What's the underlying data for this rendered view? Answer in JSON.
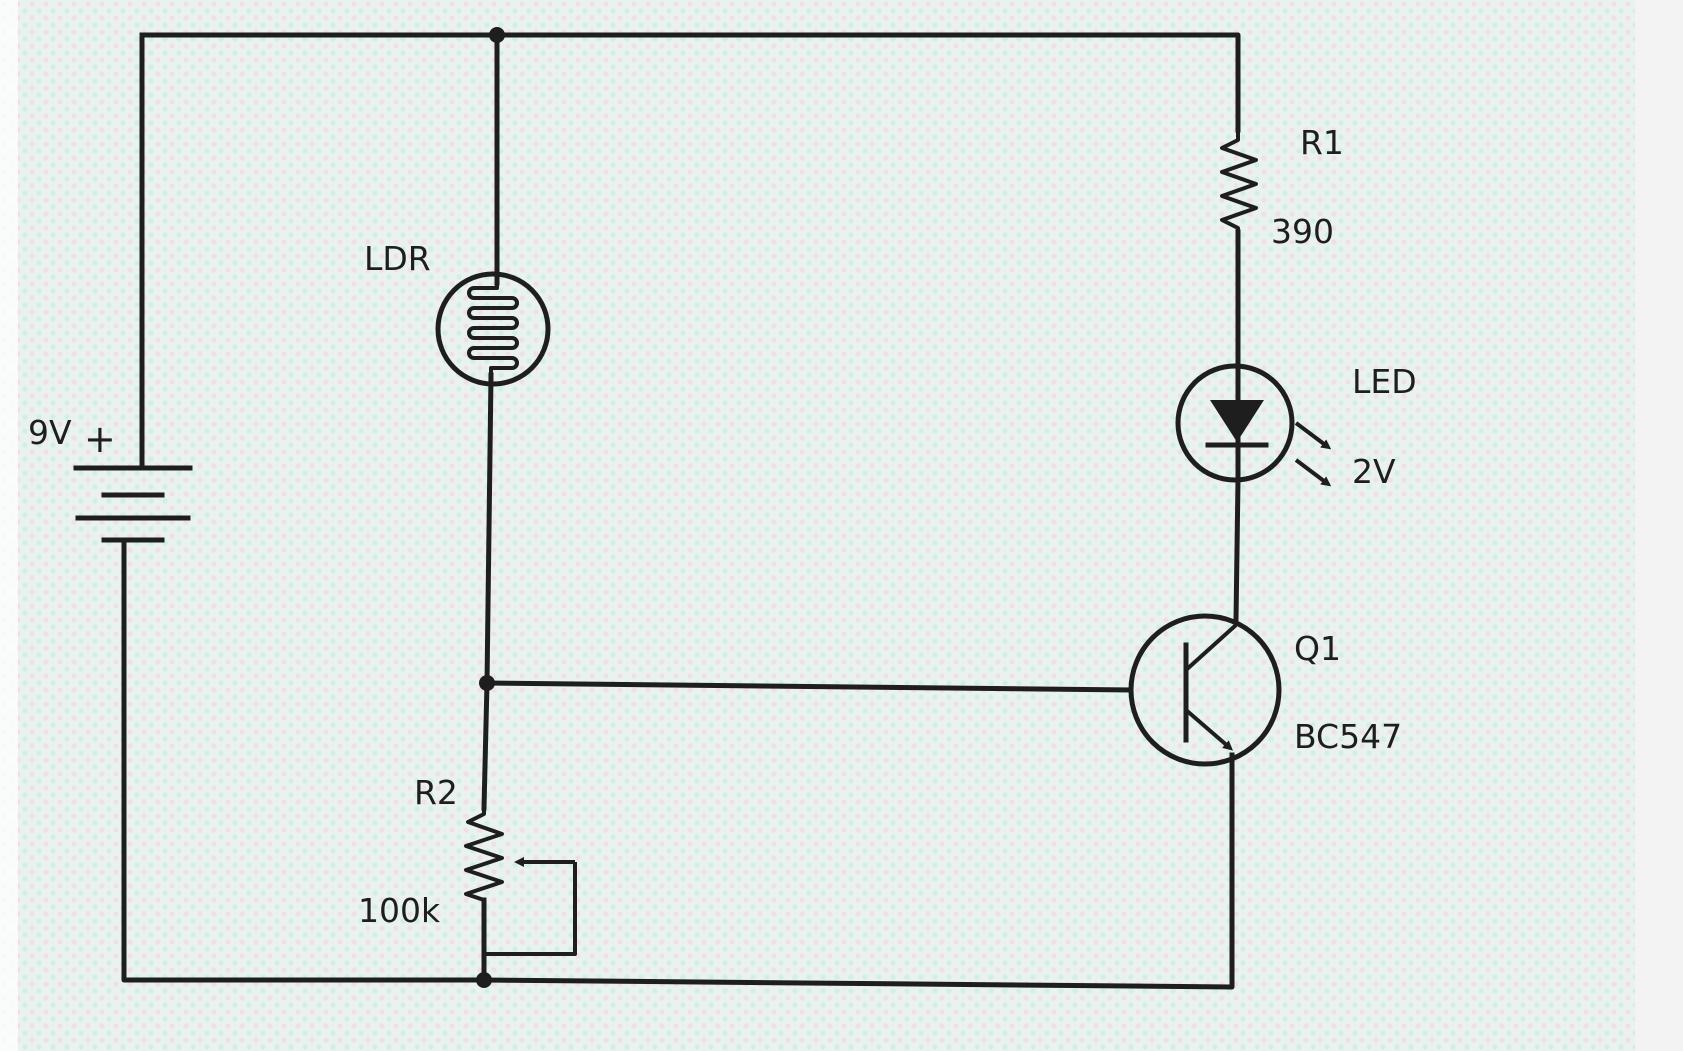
{
  "labels": {
    "battery_voltage": "9V",
    "battery_plus": "+",
    "ldr": "LDR",
    "r1_name": "R1",
    "r1_value": "390",
    "led_name": "LED",
    "led_value": "2V",
    "q1_name": "Q1",
    "q1_part": "BC547",
    "r2_name": "R2",
    "r2_value": "100k"
  },
  "colors": {
    "background": "#e7f1ec",
    "ink": "#1e1e1e"
  }
}
